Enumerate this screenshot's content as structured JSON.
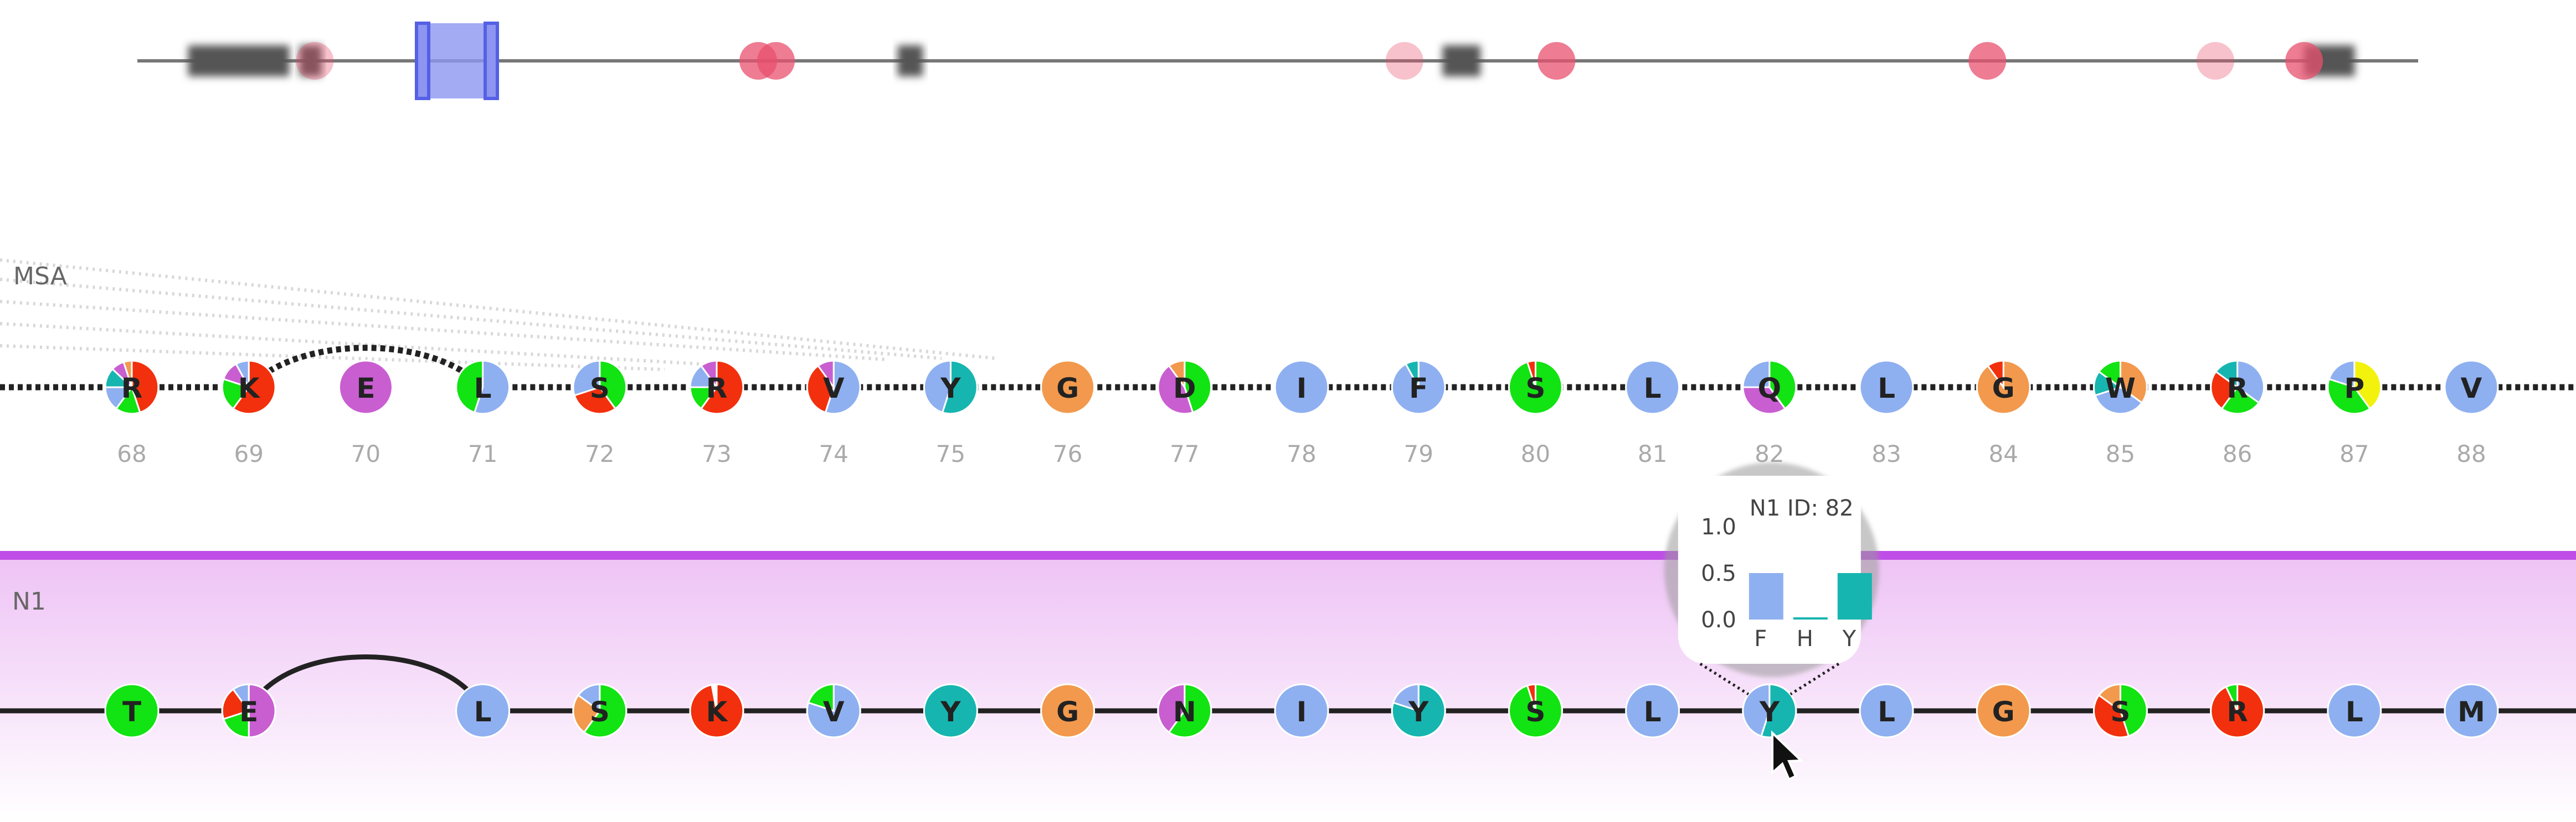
{
  "overview": {
    "highlight_positions": [
      68,
      88
    ],
    "pink_markers": [
      70,
      245,
      252,
      500,
      560,
      730,
      820,
      855
    ],
    "gray_blocks": [
      [
        20,
        60
      ],
      [
        64,
        72
      ],
      [
        300,
        310
      ],
      [
        515,
        530
      ],
      [
        855,
        875
      ]
    ]
  },
  "msa_track": {
    "label": "MSA",
    "positions": [
      "68",
      "69",
      "70",
      "71",
      "72",
      "73",
      "74",
      "75",
      "76",
      "77",
      "78",
      "79",
      "80",
      "81",
      "82",
      "83",
      "84",
      "85",
      "86",
      "87",
      "88"
    ],
    "residues": [
      {
        "letter": "R",
        "slices": [
          {
            "c": "#f2300d",
            "f": 0.45
          },
          {
            "c": "#12e312",
            "f": 0.15
          },
          {
            "c": "#8fb0f0",
            "f": 0.15
          },
          {
            "c": "#17b5b0",
            "f": 0.12
          },
          {
            "c": "#c95ed1",
            "f": 0.08
          },
          {
            "c": "#f2994d",
            "f": 0.05
          }
        ]
      },
      {
        "letter": "K",
        "slices": [
          {
            "c": "#f2300d",
            "f": 0.6
          },
          {
            "c": "#12e312",
            "f": 0.2
          },
          {
            "c": "#c95ed1",
            "f": 0.12
          },
          {
            "c": "#8fb0f0",
            "f": 0.08
          }
        ]
      },
      {
        "letter": "E",
        "slices": [
          {
            "c": "#c95ed1",
            "f": 1.0
          }
        ]
      },
      {
        "letter": "L",
        "slices": [
          {
            "c": "#8fb0f0",
            "f": 0.55
          },
          {
            "c": "#12e312",
            "f": 0.45
          }
        ]
      },
      {
        "letter": "S",
        "slices": [
          {
            "c": "#12e312",
            "f": 0.4
          },
          {
            "c": "#f2300d",
            "f": 0.3
          },
          {
            "c": "#8fb0f0",
            "f": 0.3
          }
        ]
      },
      {
        "letter": "R",
        "slices": [
          {
            "c": "#f2300d",
            "f": 0.6
          },
          {
            "c": "#12e312",
            "f": 0.15
          },
          {
            "c": "#8fb0f0",
            "f": 0.15
          },
          {
            "c": "#c95ed1",
            "f": 0.1
          }
        ]
      },
      {
        "letter": "V",
        "slices": [
          {
            "c": "#8fb0f0",
            "f": 0.55
          },
          {
            "c": "#f2300d",
            "f": 0.35
          },
          {
            "c": "#c95ed1",
            "f": 0.1
          }
        ]
      },
      {
        "letter": "Y",
        "slices": [
          {
            "c": "#17b5b0",
            "f": 0.55
          },
          {
            "c": "#8fb0f0",
            "f": 0.45
          }
        ]
      },
      {
        "letter": "G",
        "slices": [
          {
            "c": "#f2994d",
            "f": 1.0
          }
        ]
      },
      {
        "letter": "D",
        "slices": [
          {
            "c": "#12e312",
            "f": 0.45
          },
          {
            "c": "#c95ed1",
            "f": 0.45
          },
          {
            "c": "#f2994d",
            "f": 0.1
          }
        ]
      },
      {
        "letter": "I",
        "slices": [
          {
            "c": "#8fb0f0",
            "f": 1.0
          }
        ]
      },
      {
        "letter": "F",
        "slices": [
          {
            "c": "#8fb0f0",
            "f": 0.92
          },
          {
            "c": "#17b5b0",
            "f": 0.08
          }
        ]
      },
      {
        "letter": "S",
        "slices": [
          {
            "c": "#12e312",
            "f": 0.95
          },
          {
            "c": "#f2300d",
            "f": 0.05
          }
        ]
      },
      {
        "letter": "L",
        "slices": [
          {
            "c": "#8fb0f0",
            "f": 1.0
          }
        ]
      },
      {
        "letter": "Q",
        "slices": [
          {
            "c": "#12e312",
            "f": 0.4
          },
          {
            "c": "#c95ed1",
            "f": 0.35
          },
          {
            "c": "#8fb0f0",
            "f": 0.25
          }
        ]
      },
      {
        "letter": "L",
        "slices": [
          {
            "c": "#8fb0f0",
            "f": 1.0
          }
        ]
      },
      {
        "letter": "G",
        "slices": [
          {
            "c": "#f2994d",
            "f": 0.9
          },
          {
            "c": "#f2300d",
            "f": 0.1
          }
        ]
      },
      {
        "letter": "W",
        "slices": [
          {
            "c": "#f2994d",
            "f": 0.35
          },
          {
            "c": "#8fb0f0",
            "f": 0.35
          },
          {
            "c": "#17b5b0",
            "f": 0.15
          },
          {
            "c": "#12e312",
            "f": 0.15
          }
        ]
      },
      {
        "letter": "R",
        "slices": [
          {
            "c": "#8fb0f0",
            "f": 0.35
          },
          {
            "c": "#12e312",
            "f": 0.25
          },
          {
            "c": "#f2300d",
            "f": 0.25
          },
          {
            "c": "#17b5b0",
            "f": 0.15
          }
        ]
      },
      {
        "letter": "P",
        "slices": [
          {
            "c": "#f2f20d",
            "f": 0.4
          },
          {
            "c": "#12e312",
            "f": 0.4
          },
          {
            "c": "#8fb0f0",
            "f": 0.2
          }
        ]
      },
      {
        "letter": "V",
        "slices": [
          {
            "c": "#8fb0f0",
            "f": 1.0
          }
        ]
      }
    ]
  },
  "n1_track": {
    "label": "N1",
    "accent_color": "#c04de8",
    "residues": [
      {
        "letter": "T",
        "slices": [
          {
            "c": "#12e312",
            "f": 1.0
          }
        ]
      },
      {
        "letter": "E",
        "slices": [
          {
            "c": "#c95ed1",
            "f": 0.5
          },
          {
            "c": "#12e312",
            "f": 0.2
          },
          {
            "c": "#f2300d",
            "f": 0.2
          },
          {
            "c": "#8fb0f0",
            "f": 0.1
          }
        ]
      },
      null,
      {
        "letter": "L",
        "slices": [
          {
            "c": "#8fb0f0",
            "f": 1.0
          }
        ]
      },
      {
        "letter": "S",
        "slices": [
          {
            "c": "#12e312",
            "f": 0.6
          },
          {
            "c": "#f2994d",
            "f": 0.25
          },
          {
            "c": "#8fb0f0",
            "f": 0.15
          }
        ]
      },
      {
        "letter": "K",
        "slices": [
          {
            "c": "#f2300d",
            "f": 0.97
          },
          {
            "c": "#ffffff",
            "f": 0.03
          }
        ]
      },
      {
        "letter": "V",
        "slices": [
          {
            "c": "#8fb0f0",
            "f": 0.8
          },
          {
            "c": "#12e312",
            "f": 0.2
          }
        ]
      },
      {
        "letter": "Y",
        "slices": [
          {
            "c": "#17b5b0",
            "f": 1.0
          }
        ]
      },
      {
        "letter": "G",
        "slices": [
          {
            "c": "#f2994d",
            "f": 1.0
          }
        ]
      },
      {
        "letter": "N",
        "slices": [
          {
            "c": "#12e312",
            "f": 0.6
          },
          {
            "c": "#c95ed1",
            "f": 0.4
          }
        ]
      },
      {
        "letter": "I",
        "slices": [
          {
            "c": "#8fb0f0",
            "f": 1.0
          }
        ]
      },
      {
        "letter": "Y",
        "slices": [
          {
            "c": "#17b5b0",
            "f": 0.8
          },
          {
            "c": "#8fb0f0",
            "f": 0.2
          }
        ]
      },
      {
        "letter": "S",
        "slices": [
          {
            "c": "#12e312",
            "f": 0.95
          },
          {
            "c": "#f2300d",
            "f": 0.05
          }
        ]
      },
      {
        "letter": "L",
        "slices": [
          {
            "c": "#8fb0f0",
            "f": 1.0
          }
        ]
      },
      {
        "letter": "Y",
        "slices": [
          {
            "c": "#17b5b0",
            "f": 0.55
          },
          {
            "c": "#8fb0f0",
            "f": 0.45
          }
        ]
      },
      {
        "letter": "L",
        "slices": [
          {
            "c": "#8fb0f0",
            "f": 1.0
          }
        ]
      },
      {
        "letter": "G",
        "slices": [
          {
            "c": "#f2994d",
            "f": 1.0
          }
        ]
      },
      {
        "letter": "S",
        "slices": [
          {
            "c": "#12e312",
            "f": 0.45
          },
          {
            "c": "#f2300d",
            "f": 0.4
          },
          {
            "c": "#f2994d",
            "f": 0.15
          }
        ]
      },
      {
        "letter": "R",
        "slices": [
          {
            "c": "#f2300d",
            "f": 0.93
          },
          {
            "c": "#12e312",
            "f": 0.07
          }
        ]
      },
      {
        "letter": "L",
        "slices": [
          {
            "c": "#8fb0f0",
            "f": 1.0
          }
        ]
      },
      {
        "letter": "M",
        "slices": [
          {
            "c": "#8fb0f0",
            "f": 1.0
          }
        ]
      }
    ]
  },
  "tooltip": {
    "title": "N1 ID: 82",
    "anchor_index": 14,
    "chart_data": {
      "type": "bar",
      "categories": [
        "F",
        "H",
        "Y"
      ],
      "values": [
        0.5,
        0.0,
        0.5
      ],
      "colors": [
        "#8fb0f0",
        "#17b5b0",
        "#17b5b0"
      ],
      "ylim": [
        0,
        1
      ],
      "yticks": [
        "0.0",
        "0.5",
        "1.0"
      ]
    }
  },
  "colors": {
    "axis_line": "#777777",
    "highlight_fill": "#8c96f0",
    "highlight_stroke": "#5560e6",
    "pink_marker": "#e8506e",
    "gray_block": "#555555",
    "n1_band_top": "#eec3f5",
    "n1_band_bottom": "#ffffff"
  }
}
